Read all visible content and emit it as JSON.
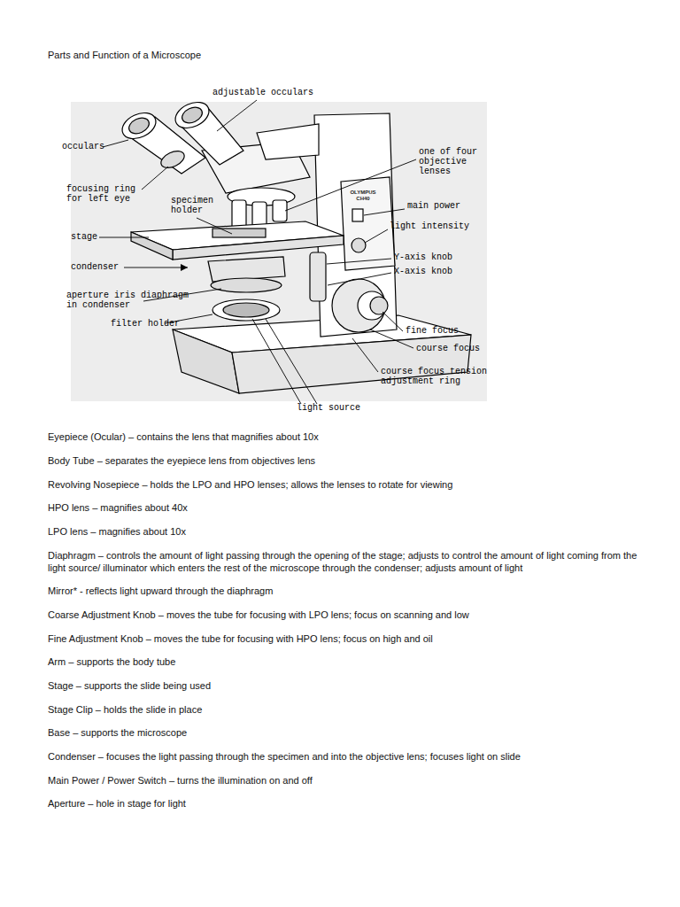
{
  "diagram": {
    "title": "Parts and Function of a Microscope",
    "labels": [
      "adjustable occulars",
      "occulars",
      "focusing ring for left eye",
      "specimen holder",
      "stage",
      "condenser",
      "aperture iris diaphragm in condenser",
      "filter holder",
      "one of four objective lenses",
      "main power",
      "light intensity",
      "Y-axis knob",
      "X-axis knob",
      "fine focus",
      "course focus",
      "course focus tension adjustment ring",
      "light source",
      "OLYMPUS CH40",
      "Eyepiece (Ocular) – contains the lens that magnifies about 10x",
      "Body Tube – separates the eyepiece lens from objectives lens",
      "Revolving Nosepiece – holds the LPO and HPO lenses; allows the lenses to rotate for viewing",
      "HPO lens – magnifies about 40x",
      "LPO lens – magnifies about 10x",
      "Diaphragm – controls the amount of light passing through the opening of the stage; adjusts to control the amount of light coming from the light source/ illuminator which enters the rest of the microscope through the condenser; adjusts amount of light",
      "Mirror* - reflects light upward through the diaphragm",
      "Coarse Adjustment Knob – moves the tube for focusing with LPO lens; focus on scanning and low",
      "Fine Adjustment Knob – moves the tube for focusing with HPO lens; focus on high and oil",
      "Arm – supports the body tube",
      "Stage – supports the slide being used",
      "Stage Clip – holds the slide in place",
      "Base – supports the microscope",
      "Condenser – focuses the light passing through the specimen and into the objective lens; focuses light on slide",
      "Main Power / Power Switch – turns the illumination on and off",
      "Aperture – hole in stage for light"
    ]
  }
}
